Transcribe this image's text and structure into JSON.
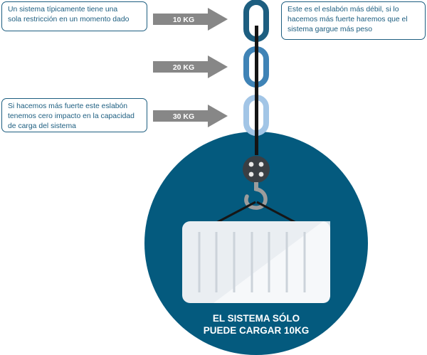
{
  "colors": {
    "dark_blue": "#1d5e80",
    "circle_blue": "#045a7e",
    "mid_blue": "#3f83b6",
    "light_blue": "#a2c5e6",
    "arrow_gray": "#878787",
    "chain_black": "#141414",
    "hook_gray": "#9c9c9c",
    "block_gray": "#3a3f44",
    "container_light": "#eaeef2"
  },
  "callouts": {
    "top_left": "Un sistema típicamente tiene una\nsola restricción en un momento dado",
    "top_right": "Este es el eslabón más débil, si lo\nhacemos más fuerte haremos que el\nsistema gargue más peso",
    "bottom_left": "Si hacemos más fuerte este eslabón\ntenemos cero impacto en la capacidad\nde carga del sistema"
  },
  "links": [
    {
      "label": "10 KG",
      "color": "#1d5e80"
    },
    {
      "label": "20 KG",
      "color": "#3f83b6"
    },
    {
      "label": "30 KG",
      "color": "#a2c5e6"
    }
  ],
  "result": {
    "line1": "EL SISTEMA SÓLO",
    "line2": "PUEDE CARGAR 10KG"
  }
}
